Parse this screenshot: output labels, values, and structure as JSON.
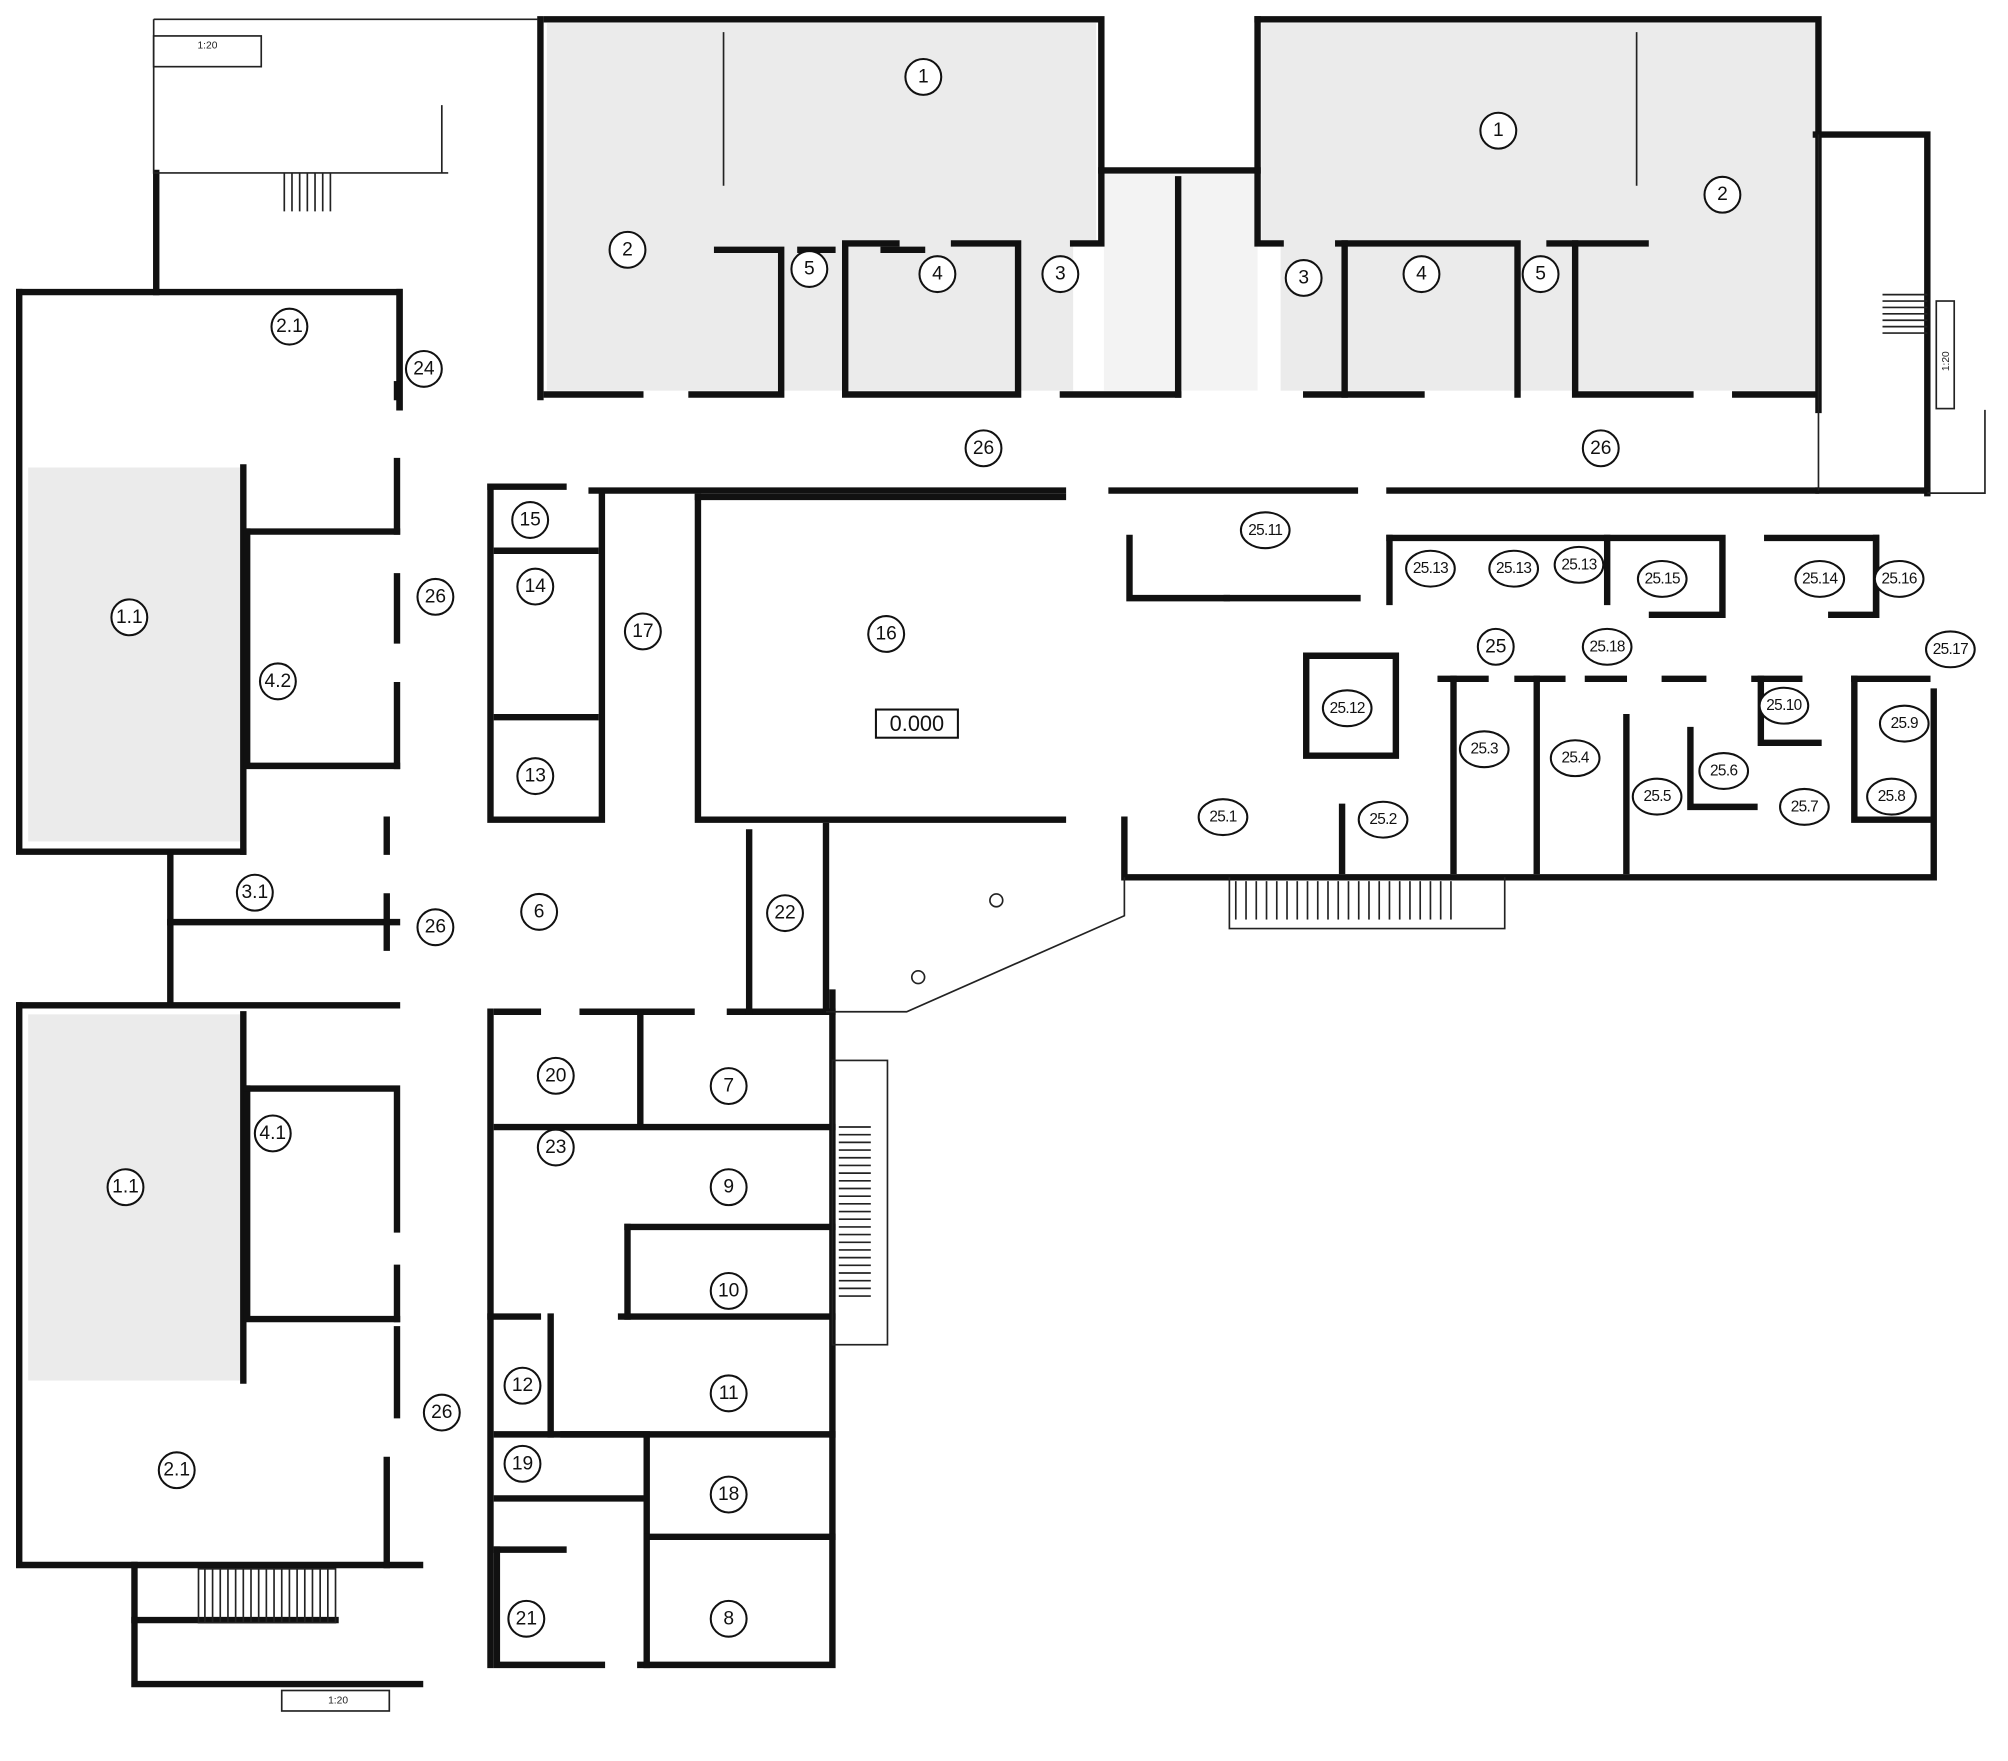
{
  "title": "Floor plan",
  "rooms": [
    "1",
    "2",
    "5",
    "4",
    "3",
    "1",
    "2",
    "3",
    "4",
    "5",
    "2.1",
    "24",
    "26",
    "26",
    "15",
    "14",
    "17",
    "16",
    "13",
    "1.1",
    "4.2",
    "26",
    "25.11",
    "25.13",
    "25.13",
    "25.13",
    "25.15",
    "25.14",
    "25.16",
    "25",
    "25.18",
    "25.17",
    "25.12",
    "25.10",
    "25.9",
    "25.3",
    "25.4",
    "25.6",
    "25.5",
    "25.7",
    "25.8",
    "25.1",
    "25.2",
    "3.1",
    "6",
    "26",
    "22",
    "20",
    "7",
    "23",
    "9",
    "1.1",
    "4.1",
    "10",
    "12",
    "11",
    "26",
    "2.1",
    "19",
    "18",
    "21",
    "8"
  ],
  "elevation_mark": "0.000",
  "scale_labels": [
    "1:20",
    "1:20",
    "1:20"
  ],
  "colors": {
    "wall": "#111111",
    "shaded_room": "#ebebeb",
    "background": "#ffffff"
  }
}
